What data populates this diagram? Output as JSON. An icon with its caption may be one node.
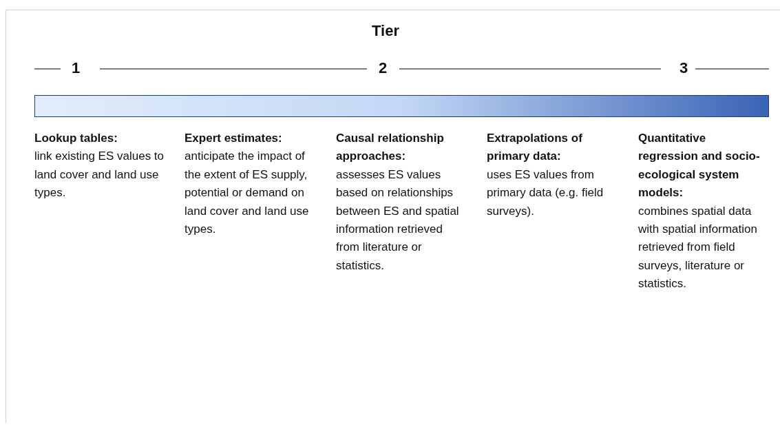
{
  "diagram": {
    "title": "Tier",
    "nodes": [
      {
        "text": [],
        "shape": "bar"
      }
    ],
    "labels": [
      "1",
      "2",
      "3",
      "**Lookup tables:** link existing ES values to land cover and land use types.",
      "**Expert estimates:** anticipate the impact of the extent of ES supply, potential or demand on land cover and land use types.",
      "**Causal relationship approaches:** assesses ES values based on relationships between ES and spatial information retrieved from literature or statistics.",
      "**Extrapolations of primary data:** uses ES values from primary data (e.g. field surveys).",
      "**Quantitative regression and socio-ecological system models:** combines spatial data with spatial information retrieved from field surveys, literature or statistics."
    ]
  }
}
